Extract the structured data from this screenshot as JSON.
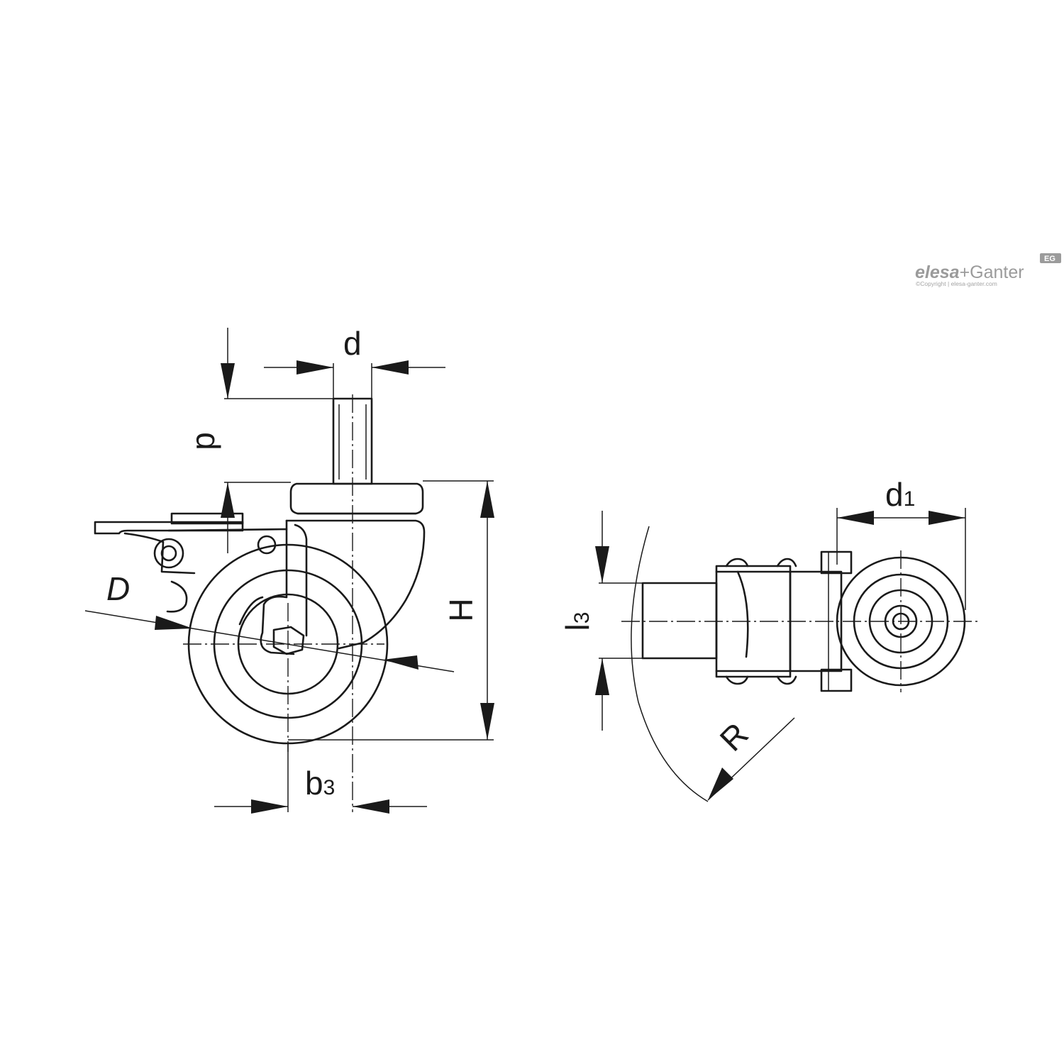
{
  "labels": {
    "d": "d",
    "p": "p",
    "H": "H",
    "D": "D",
    "b_main": "b",
    "b_sub": "3",
    "d1_main": "d",
    "d1_sub": "1",
    "l3_main": "l",
    "l3_sub": "3",
    "R": "R"
  },
  "logo": {
    "elesa": "elesa",
    "plus": "+",
    "ganter": "Ganter",
    "copyright": "©Copyright | elesa-ganter.com",
    "badge": "EG"
  },
  "colors": {
    "line": "#1a1a1a",
    "logo": "#9b9b9b",
    "background": "#ffffff"
  }
}
